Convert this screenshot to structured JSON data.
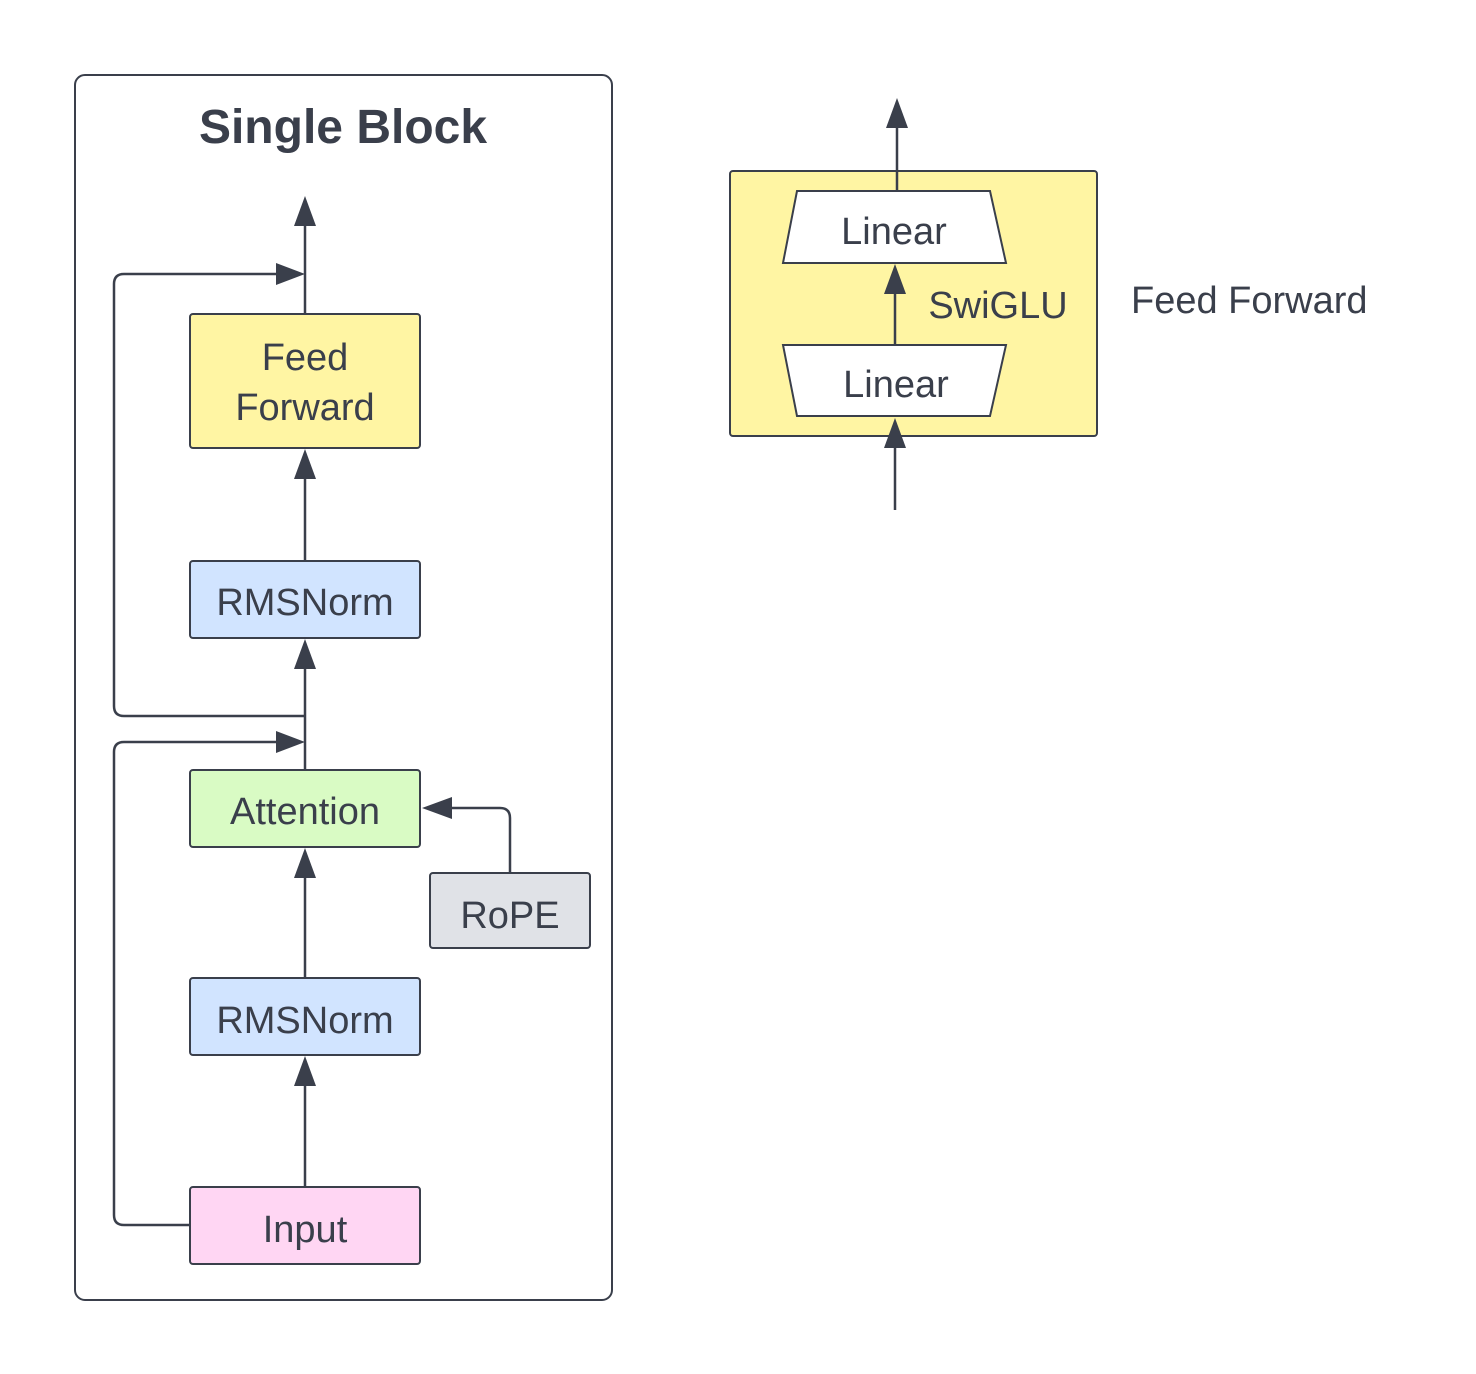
{
  "single_block": {
    "title": "Single Block",
    "nodes": {
      "feed_forward": {
        "line1": "Feed",
        "line2": "Forward"
      },
      "rmsnorm_top": {
        "label": "RMSNorm"
      },
      "attention": {
        "label": "Attention"
      },
      "rope": {
        "label": "RoPE"
      },
      "rmsnorm_bottom": {
        "label": "RMSNorm"
      },
      "input": {
        "label": "Input"
      }
    }
  },
  "feed_forward_detail": {
    "caption": "Feed Forward",
    "activation": "SwiGLU",
    "linear_top": "Linear",
    "linear_bottom": "Linear"
  },
  "colors": {
    "feed_forward": "#fff5a3",
    "rmsnorm": "#d1e4ff",
    "attention": "#d9fbc4",
    "rope": "#e0e2e7",
    "input": "#ffd6f3",
    "stroke": "#3a3f4b",
    "text": "#3a3f4b"
  }
}
